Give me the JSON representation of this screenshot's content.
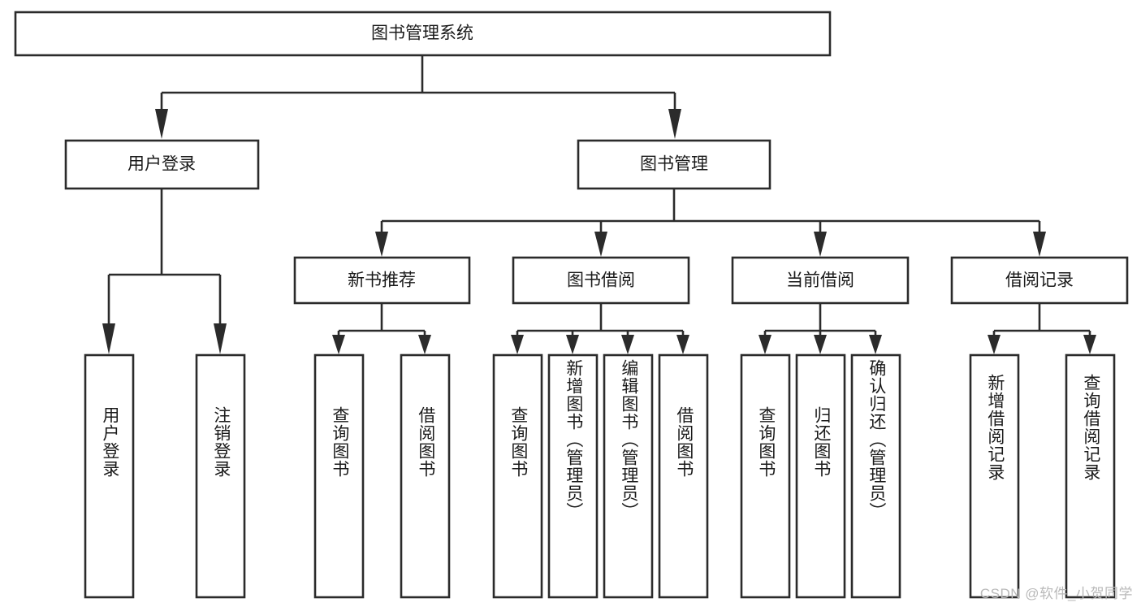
{
  "diagram": {
    "title": "图书管理系统",
    "root": {
      "label": "图书管理系统"
    },
    "level2": [
      {
        "label": "用户登录"
      },
      {
        "label": "图书管理"
      }
    ],
    "level3": [
      {
        "label": "新书推荐"
      },
      {
        "label": "图书借阅"
      },
      {
        "label": "当前借阅"
      },
      {
        "label": "借阅记录"
      }
    ],
    "leaves": {
      "user_login": [
        {
          "label": "用户登录"
        },
        {
          "label": "注销登录"
        }
      ],
      "new_book_recommend": [
        {
          "label": "查询图书"
        },
        {
          "label": "借阅图书"
        }
      ],
      "book_borrow": [
        {
          "label": "查询图书"
        },
        {
          "label": "新增图书（管理员）"
        },
        {
          "label": "编辑图书（管理员）"
        },
        {
          "label": "借阅图书"
        }
      ],
      "current_borrow": [
        {
          "label": "查询图书"
        },
        {
          "label": "归还图书"
        },
        {
          "label": "确认归还（管理员）"
        }
      ],
      "borrow_record": [
        {
          "label": "新增借阅记录"
        },
        {
          "label": "查询借阅记录"
        }
      ]
    }
  },
  "watermark": {
    "text": "CSDN @软件_小贺同学"
  },
  "colors": {
    "stroke": "#2b2b2b",
    "box_fill": "#ffffff",
    "text": "#1a1a1a",
    "watermark": "#b9b9b9"
  }
}
